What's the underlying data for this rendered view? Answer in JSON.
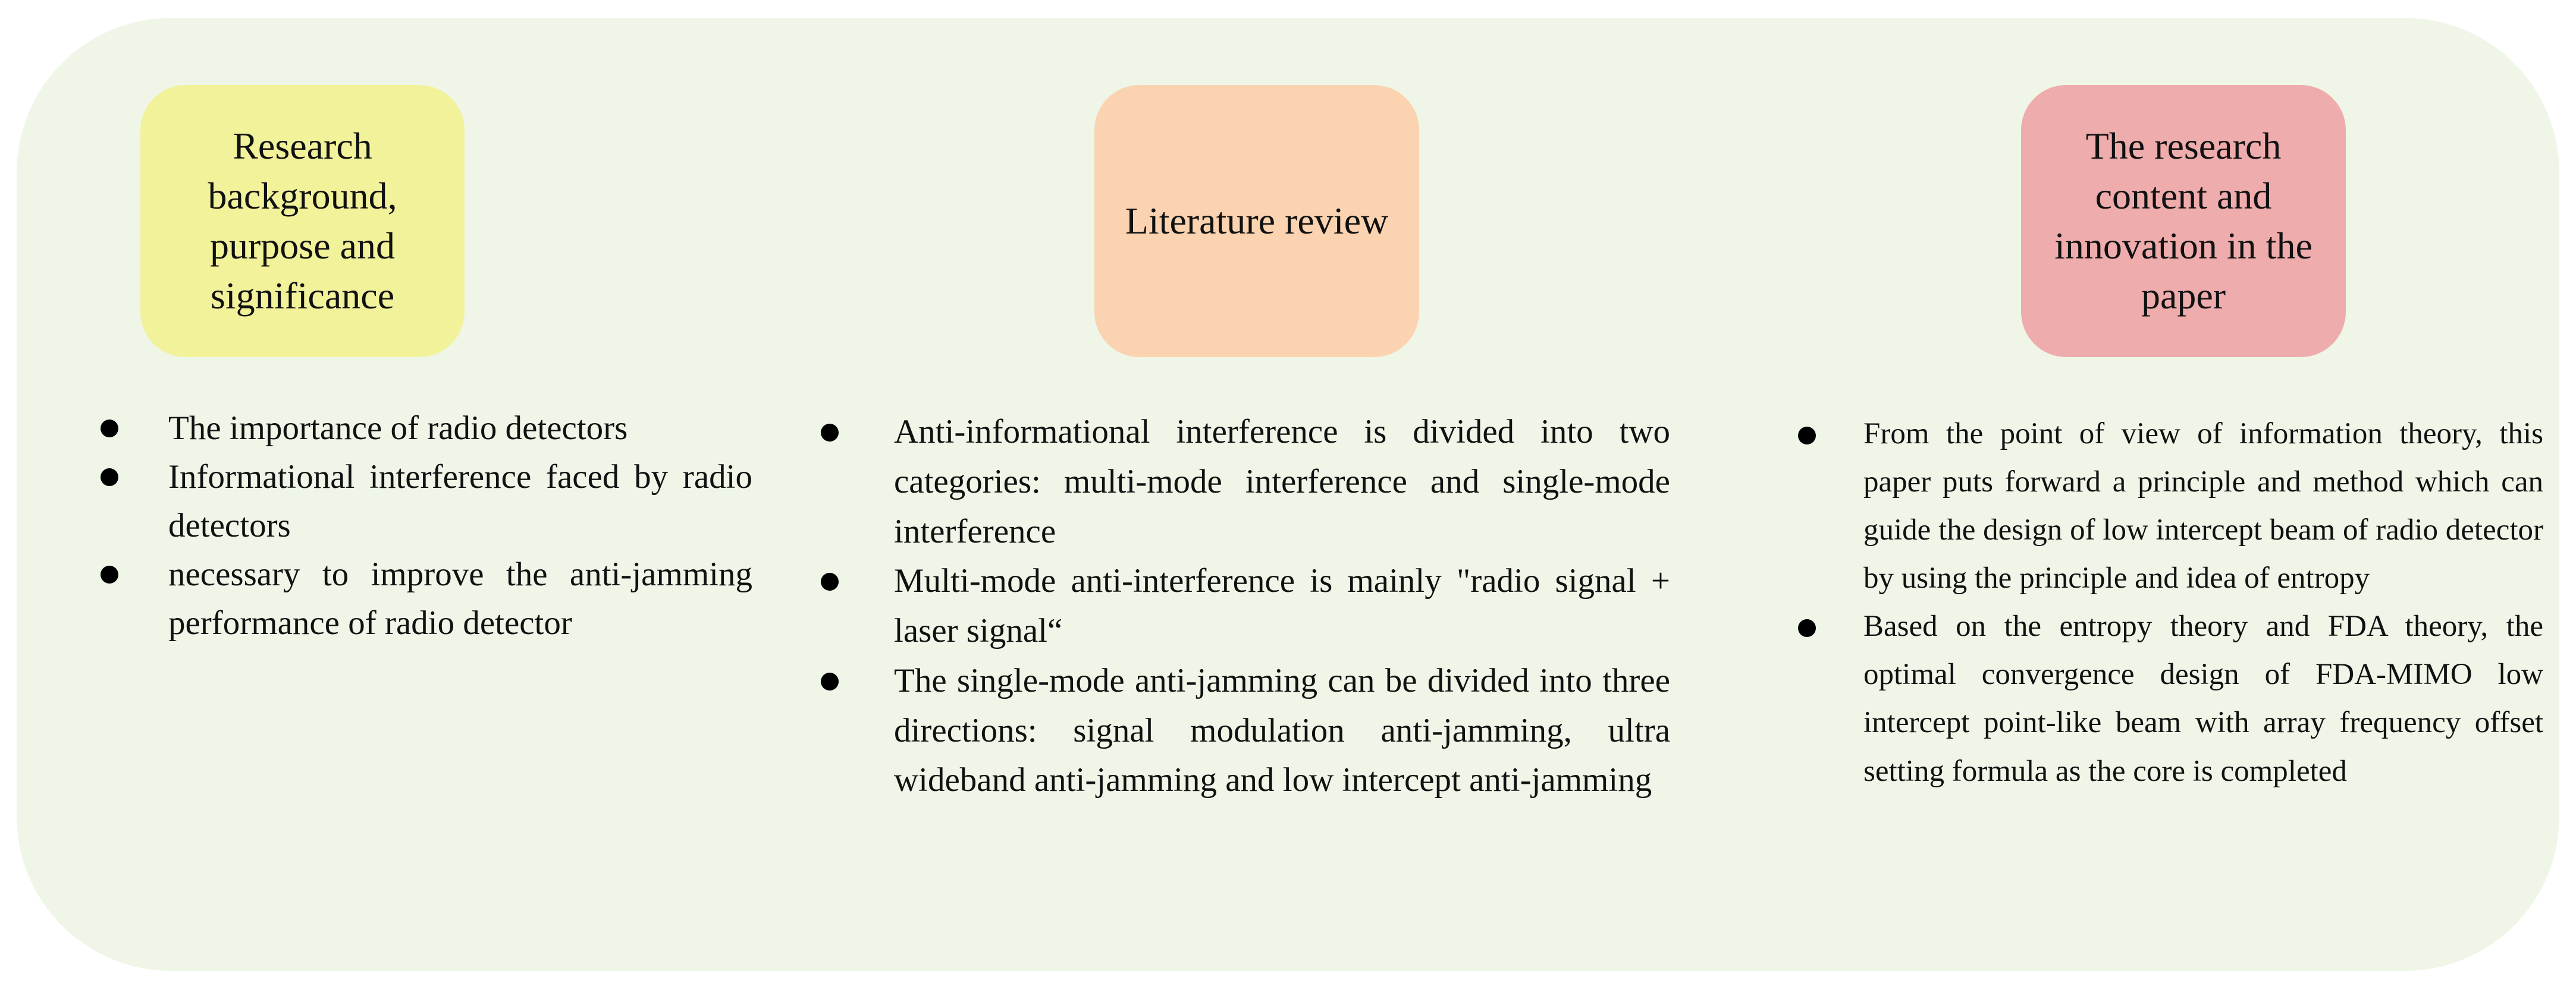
{
  "colors": {
    "panel_background": "#eff6e8",
    "header_1_fill": "#f2f29a",
    "header_2_fill": "#fbd3b0",
    "header_3_fill": "#efacac",
    "bullet": "#000000",
    "text": "#111111"
  },
  "columns": [
    {
      "header": "Research background, purpose and significance",
      "bullets": [
        "The importance of radio detectors",
        "Informational interference faced by radio detectors",
        "necessary to improve the anti-jamming performance of radio detector"
      ]
    },
    {
      "header": "Literature review",
      "bullets": [
        "Anti-informational interference is divided into two categories: multi-mode interference and single-mode interference",
        "Multi-mode anti-interference is mainly \"radio signal + laser signal“",
        "The single-mode anti-jamming can be divided into three directions: signal modulation anti-jamming, ultra wideband anti-jamming and low intercept anti-jamming"
      ]
    },
    {
      "header": "The research content and innovation in the paper",
      "bullets": [
        "From the point of view of information theory, this paper puts forward a principle and method which can guide the design of low intercept beam of radio detector by using the principle and idea of entropy",
        "Based on the entropy theory and FDA theory, the optimal convergence design of FDA-MIMO low intercept point-like beam with array frequency offset setting formula as the core is completed"
      ]
    }
  ]
}
